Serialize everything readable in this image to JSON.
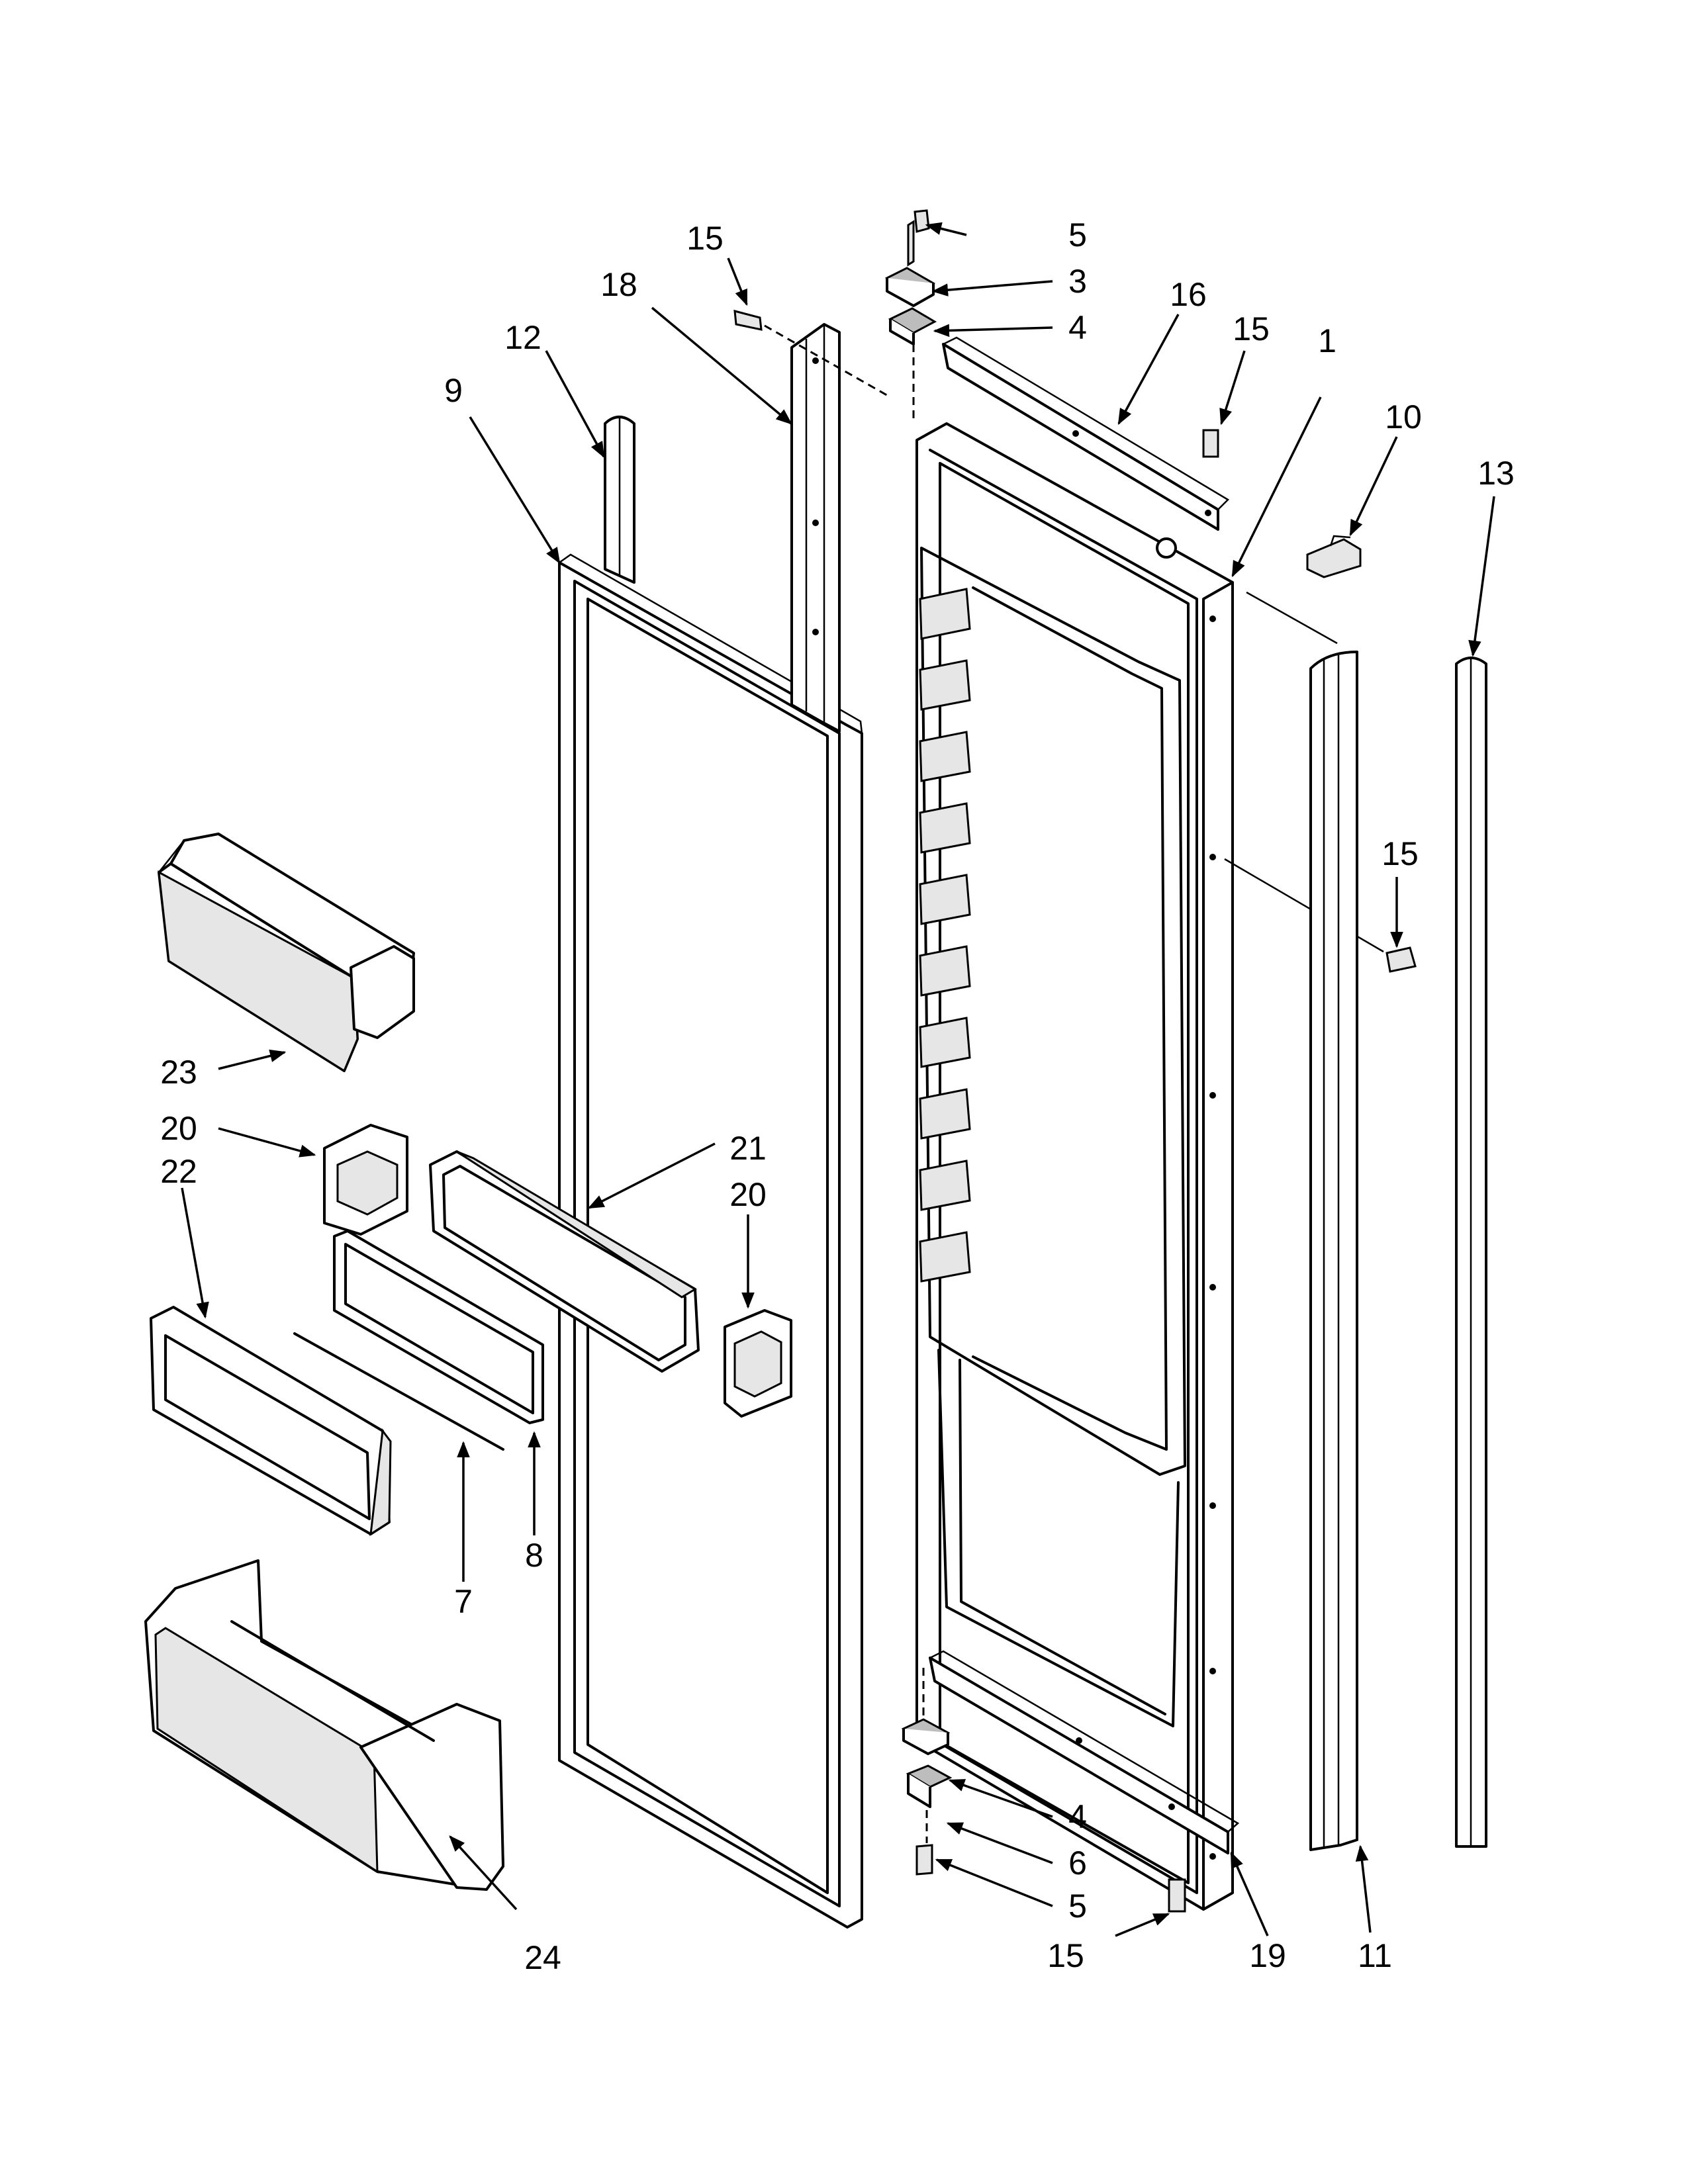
{
  "callouts": [
    {
      "id": "c1",
      "text": "1"
    },
    {
      "id": "c3",
      "text": "3"
    },
    {
      "id": "c4a",
      "text": "4"
    },
    {
      "id": "c4b",
      "text": "4"
    },
    {
      "id": "c5a",
      "text": "5"
    },
    {
      "id": "c5b",
      "text": "5"
    },
    {
      "id": "c6",
      "text": "6"
    },
    {
      "id": "c7",
      "text": "7"
    },
    {
      "id": "c8",
      "text": "8"
    },
    {
      "id": "c9",
      "text": "9"
    },
    {
      "id": "c10",
      "text": "10"
    },
    {
      "id": "c11",
      "text": "11"
    },
    {
      "id": "c12",
      "text": "12"
    },
    {
      "id": "c13",
      "text": "13"
    },
    {
      "id": "c15a",
      "text": "15"
    },
    {
      "id": "c15b",
      "text": "15"
    },
    {
      "id": "c15c",
      "text": "15"
    },
    {
      "id": "c15d",
      "text": "15"
    },
    {
      "id": "c16",
      "text": "16"
    },
    {
      "id": "c18",
      "text": "18"
    },
    {
      "id": "c19",
      "text": "19"
    },
    {
      "id": "c20a",
      "text": "20"
    },
    {
      "id": "c20b",
      "text": "20"
    },
    {
      "id": "c21",
      "text": "21"
    },
    {
      "id": "c22",
      "text": "22"
    },
    {
      "id": "c23",
      "text": "23"
    },
    {
      "id": "c24",
      "text": "24"
    }
  ]
}
